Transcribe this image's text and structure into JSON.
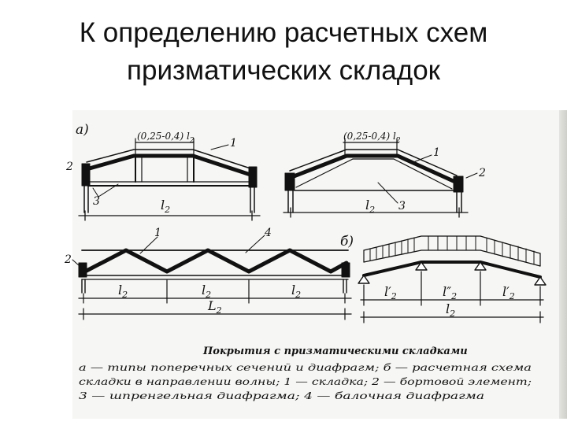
{
  "title": {
    "line1": "К определению расчетных схем",
    "line2": "призматических складок"
  },
  "figure": {
    "label_a": "а)",
    "label_b": "б)",
    "dim_range_1": "(0,25-0,4) l",
    "dim_range_1_sub": "2",
    "dim_range_2": "(0,25-0,4) l",
    "dim_range_2_sub": "2",
    "span_a1": "l",
    "span_a1_sub": "2",
    "span_a2": "l",
    "span_a2_sub": "2",
    "callout_1": "1",
    "callout_2": "2",
    "callout_3": "3",
    "callout_1b": "1",
    "callout_2b": "2",
    "callout_3b": "3",
    "callout_1c": "1",
    "callout_2c": "2",
    "callout_4": "4",
    "wave_span_1": "l",
    "wave_span_2": "l",
    "wave_span_3": "l",
    "wave_span_sub": "2",
    "wave_total": "L",
    "wave_total_sub": "2",
    "scheme_span_1": "l′",
    "scheme_span_2": "l″",
    "scheme_span_3": "l′",
    "scheme_span_sub": "2",
    "scheme_total": "l",
    "scheme_total_sub": "2"
  },
  "caption": {
    "heading": "Покрытия с призматическими складками",
    "line1": "а — типы поперечных сечений и диафрагм; б — расчетная схема",
    "line2": "складки в направлении волны; 1 — складка; 2 — бортовой элемент;",
    "line3": "3 — шпренгельная диафрагма; 4 — балочная диафрагма"
  }
}
